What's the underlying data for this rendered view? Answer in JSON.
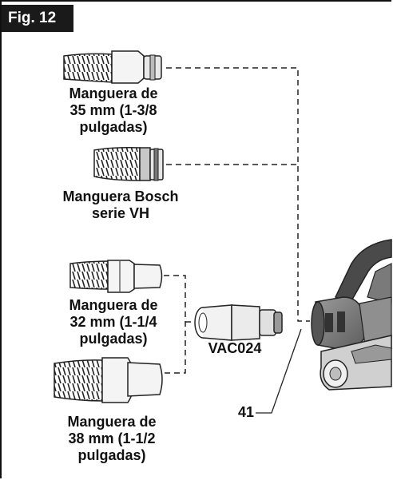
{
  "figure": {
    "label": "Fig. 12"
  },
  "labels": {
    "hose_35mm": "Manguera de\n35 mm (1-3/8\npulgadas)",
    "hose_bosch_vh": "Manguera Bosch\nserie VH",
    "hose_32mm": "Manguera de\n32 mm (1-1/4\npulgadas)",
    "hose_38mm": "Manguera de\n38 mm (1-1/2\npulgadas)",
    "adapter": "VAC024",
    "callout": "41"
  }
}
